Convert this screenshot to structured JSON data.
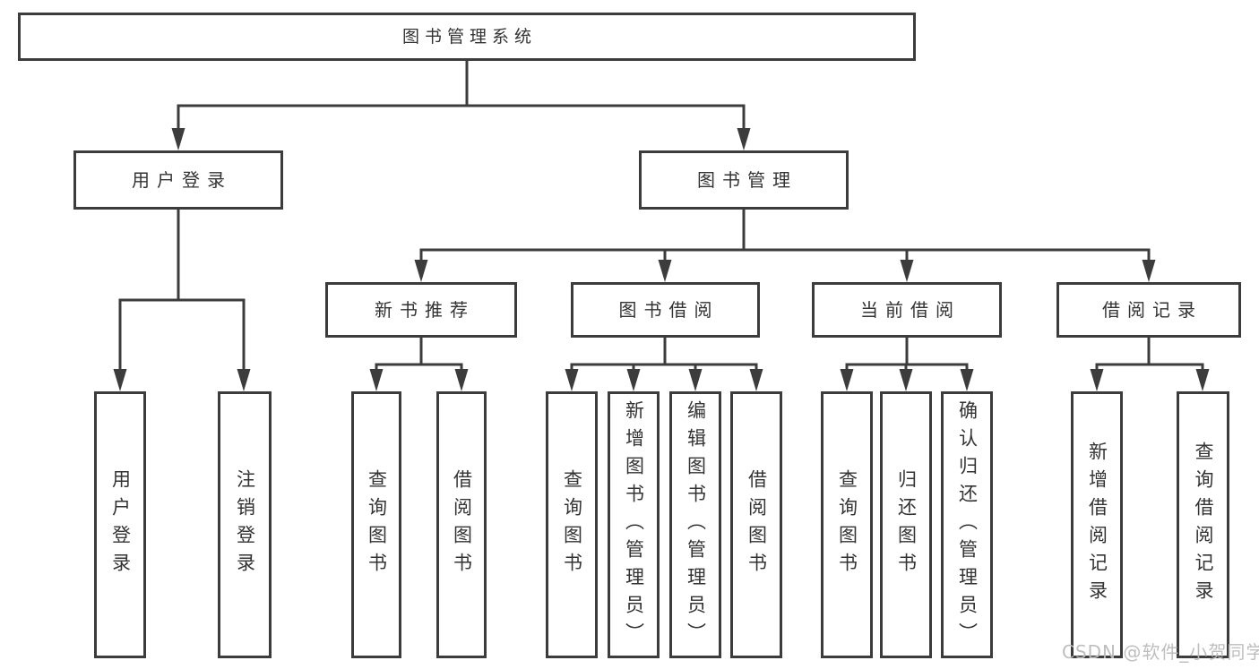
{
  "root": {
    "label": "图书管理系统"
  },
  "branches": [
    {
      "id": "user-login",
      "label": "用户登录"
    },
    {
      "id": "book-management",
      "label": "图书管理"
    }
  ],
  "modules": [
    {
      "id": "new-book-recommend",
      "label": "新书推荐",
      "parent": "图书管理"
    },
    {
      "id": "book-borrow",
      "label": "图书借阅",
      "parent": "图书管理"
    },
    {
      "id": "current-borrow",
      "label": "当前借阅",
      "parent": "图书管理"
    },
    {
      "id": "borrow-records",
      "label": "借阅记录",
      "parent": "图书管理"
    }
  ],
  "functions": [
    {
      "id": "user-login-fn",
      "label": "用户登录",
      "parent": "用户登录"
    },
    {
      "id": "logout",
      "label": "注销登录",
      "parent": "用户登录"
    },
    {
      "id": "rec-query-books",
      "label": "查询图书",
      "parent": "新书推荐"
    },
    {
      "id": "rec-borrow-books",
      "label": "借阅图书",
      "parent": "新书推荐"
    },
    {
      "id": "bb-query-books",
      "label": "查询图书",
      "parent": "图书借阅"
    },
    {
      "id": "bb-add-books",
      "label": "新增图书（管理员）",
      "parent": "图书借阅"
    },
    {
      "id": "bb-edit-books",
      "label": "编辑图书（管理员）",
      "parent": "图书借阅"
    },
    {
      "id": "bb-borrow-books",
      "label": "借阅图书",
      "parent": "图书借阅"
    },
    {
      "id": "cb-query-books",
      "label": "查询图书",
      "parent": "当前借阅"
    },
    {
      "id": "cb-return-books",
      "label": "归还图书",
      "parent": "当前借阅"
    },
    {
      "id": "cb-confirm-return",
      "label": "确认归还（管理员）",
      "parent": "当前借阅"
    },
    {
      "id": "br-add-record",
      "label": "新增借阅记录",
      "parent": "借阅记录"
    },
    {
      "id": "br-query-record",
      "label": "查询借阅记录",
      "parent": "借阅记录"
    }
  ],
  "watermark": "CSDN @软件_小贺同学",
  "colors": {
    "line": "#3c3c3c",
    "text": "#333333",
    "box_bg": "#ffffff",
    "watermark": "#bababa"
  }
}
